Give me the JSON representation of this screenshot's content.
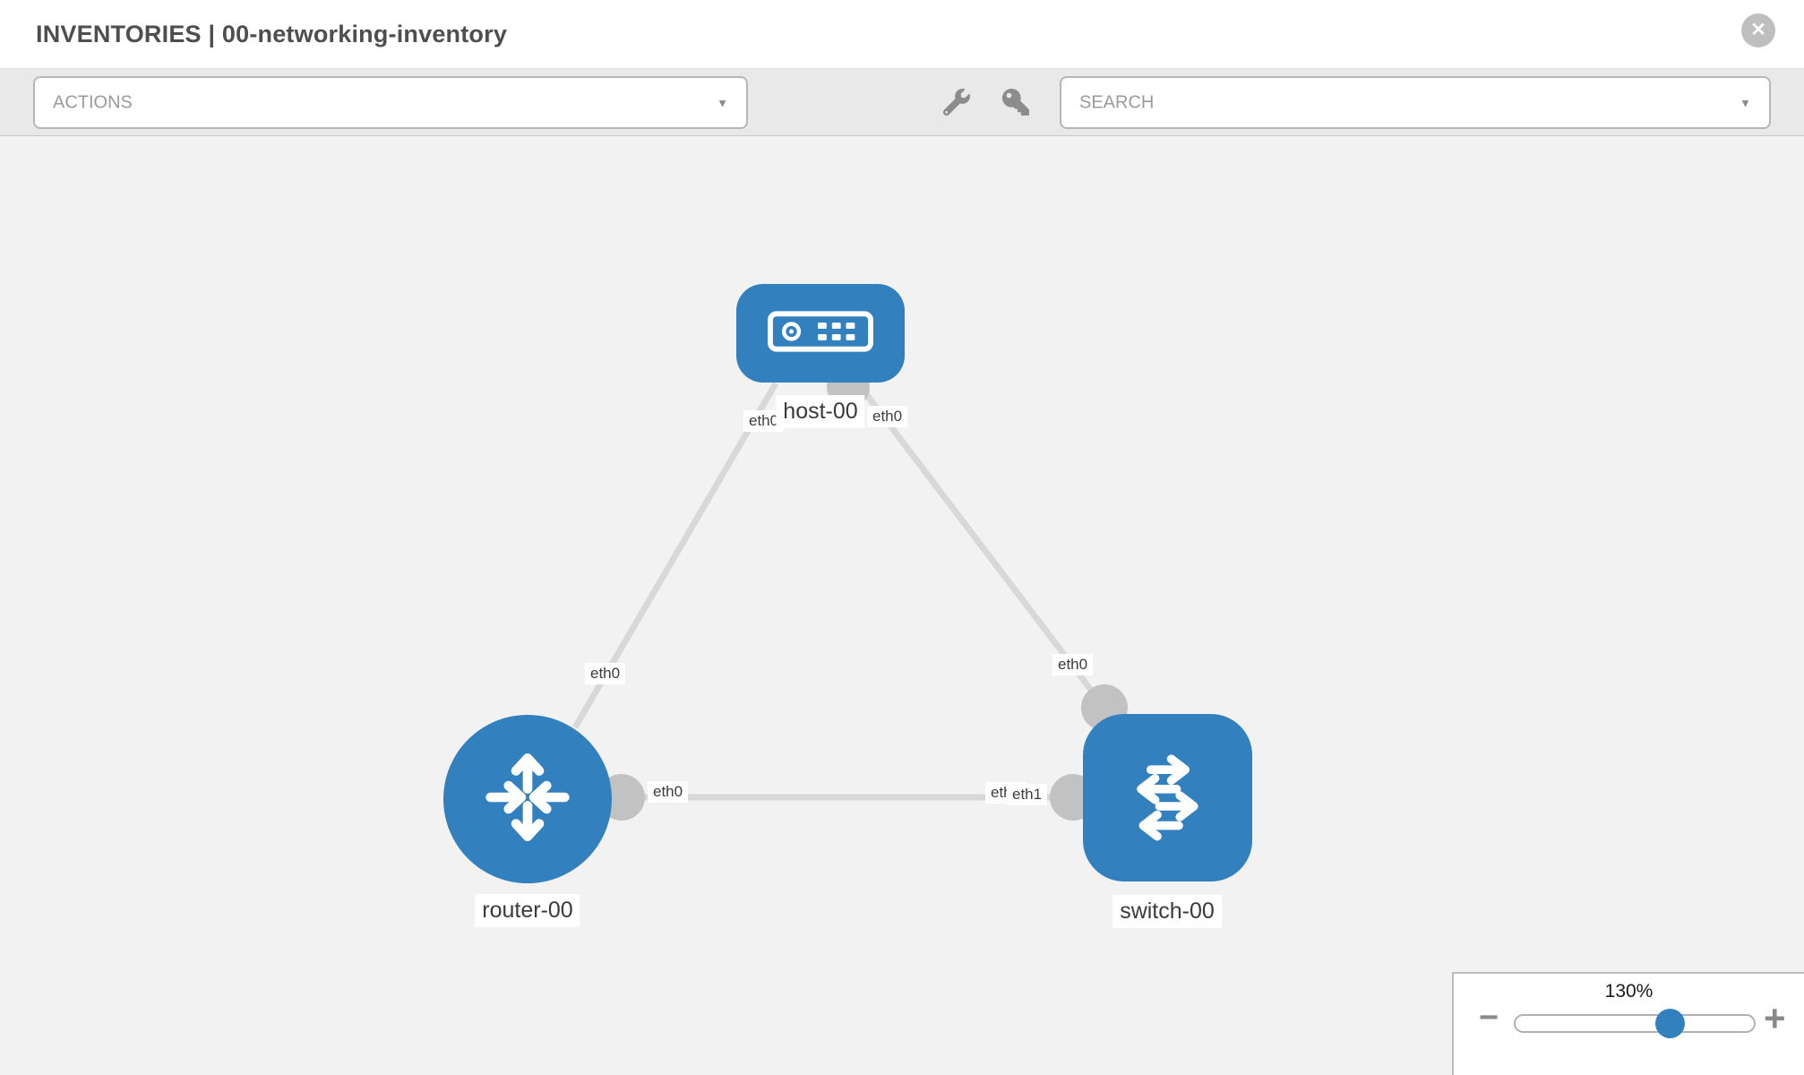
{
  "header": {
    "title": "INVENTORIES | 00-networking-inventory",
    "close_glyph": "✕"
  },
  "toolbar": {
    "actions_label": "ACTIONS",
    "search_label": "SEARCH",
    "caret_glyph": "▼"
  },
  "topology": {
    "nodes": [
      {
        "name": "host-00",
        "type": "host"
      },
      {
        "name": "router-00",
        "type": "router"
      },
      {
        "name": "switch-00",
        "type": "switch"
      }
    ],
    "links": [
      {
        "source": "host-00",
        "source_iface": "eth0",
        "target": "router-00",
        "target_iface": "eth0"
      },
      {
        "source": "host-00",
        "source_iface": "eth0",
        "target": "switch-00",
        "target_iface": "eth0"
      },
      {
        "source": "router-00",
        "source_iface": "eth0",
        "target": "switch-00",
        "target_iface": "eth1"
      }
    ],
    "iface_chips": {
      "host_to_router": "eth0",
      "host_to_switch": "eth0",
      "router_to_host": "eth0",
      "router_to_switch": "eth0",
      "switch_to_host": "eth0",
      "switch_to_router_back": "eth1",
      "switch_to_router_front": "eth1"
    }
  },
  "zoom_control": {
    "level": "130%",
    "minus_glyph": "−",
    "plus_glyph": "+"
  },
  "colors": {
    "node_blue": "#3380be",
    "link_gray": "#d8d8d8",
    "dot_gray": "#c2c2c2",
    "toolbar_bg": "#e9e9e9",
    "canvas_bg": "#f2f2f2"
  }
}
